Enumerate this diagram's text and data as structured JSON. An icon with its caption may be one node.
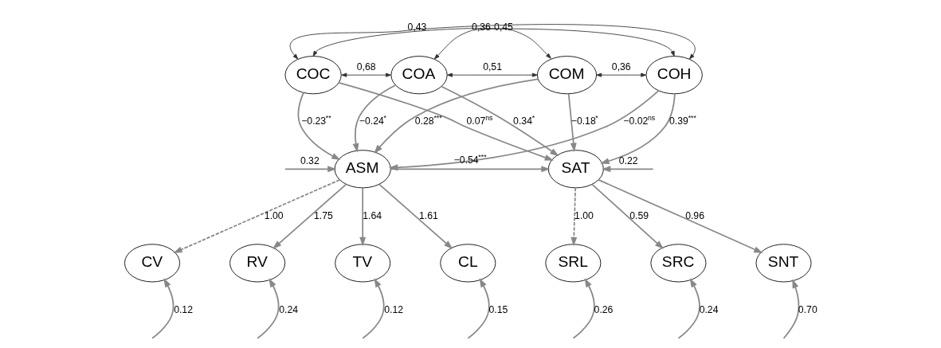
{
  "diagram": {
    "nodes": [
      {
        "text": [
          "CV"
        ]
      },
      {
        "text": [
          "RV"
        ]
      },
      {
        "text": [
          "TV"
        ]
      },
      {
        "text": [
          "CL"
        ]
      },
      {
        "text": [
          "COC"
        ]
      },
      {
        "text": [
          "COA"
        ]
      },
      {
        "text": [
          "COM"
        ]
      },
      {
        "text": [
          "COH"
        ]
      },
      {
        "text": [
          "ASM"
        ]
      },
      {
        "text": [
          "SAT"
        ]
      },
      {
        "text": [
          "SRL"
        ]
      },
      {
        "text": [
          "SRC"
        ]
      },
      {
        "text": [
          "SNT"
        ]
      }
    ],
    "edges": [
      {
        "from": 4,
        "to": 5,
        "arrow": "both",
        "label": "0,68",
        "color": "#333333"
      },
      {
        "from": 5,
        "to": 6,
        "arrow": "both",
        "label": "0,51",
        "color": "#333333"
      },
      {
        "from": 6,
        "to": 7,
        "arrow": "both",
        "label": "0,36",
        "color": "#333333"
      },
      {
        "from": 4,
        "to": 6,
        "arrow": "both",
        "label": "0,45",
        "color": "#333333"
      },
      {
        "from": 5,
        "to": 7,
        "arrow": "both",
        "label": "0,36",
        "color": "#333333"
      },
      {
        "from": 4,
        "to": 7,
        "arrow": "both",
        "label": "0,43",
        "color": "#333333"
      },
      {
        "from": null,
        "to": 0,
        "arrow": "to",
        "label": "0.12"
      },
      {
        "from": null,
        "to": 1,
        "arrow": "to",
        "label": "0.24"
      },
      {
        "from": null,
        "to": 2,
        "arrow": "to",
        "label": "0.12"
      },
      {
        "from": null,
        "to": 3,
        "arrow": "to",
        "label": "0.15"
      },
      {
        "from": 8,
        "to": 0,
        "arrow": "to",
        "label": "1.00",
        "style": "dashed"
      },
      {
        "from": 8,
        "to": 1,
        "arrow": "to",
        "label": "1.75"
      },
      {
        "from": 8,
        "to": 2,
        "arrow": "to",
        "label": "1.64"
      },
      {
        "from": 8,
        "to": 3,
        "arrow": "to",
        "label": "1.61"
      },
      {
        "from": null,
        "to": 8,
        "arrow": "to",
        "label": "0.32"
      },
      {
        "from": 4,
        "to": 8,
        "arrow": "to",
        "label": "−0.23$^{**}$"
      },
      {
        "from": 5,
        "to": 8,
        "arrow": "to",
        "label": "−0.24$^{*}$"
      },
      {
        "from": 6,
        "to": 8,
        "arrow": "to",
        "label": "0.28$^{***}$"
      },
      {
        "from": 7,
        "to": 8,
        "arrow": "to",
        "label": "−0.02$^{ns}$"
      },
      {
        "from": 4,
        "to": 9,
        "arrow": "to",
        "label": "0.07$^{ns}$"
      },
      {
        "from": 5,
        "to": 9,
        "arrow": "to",
        "label": "0.34$^{*}$"
      },
      {
        "from": 6,
        "to": 9,
        "arrow": "to",
        "label": "−0.18$^{*}$"
      },
      {
        "from": 7,
        "to": 9,
        "arrow": "to",
        "label": "0.39$^{***}$"
      },
      {
        "from": 8,
        "to": 9,
        "arrow": "to",
        "label": "−0.54$^{***}$"
      },
      {
        "from": null,
        "to": 9,
        "arrow": "to",
        "label": "0.22"
      },
      {
        "from": 9,
        "to": 10,
        "arrow": "to",
        "label": "1.00",
        "style": "dashed"
      },
      {
        "from": 9,
        "to": 11,
        "arrow": "to",
        "label": "0.59"
      },
      {
        "from": 9,
        "to": 12,
        "arrow": "to",
        "label": "0.96"
      },
      {
        "from": null,
        "to": 10,
        "arrow": "to",
        "label": "0.26"
      },
      {
        "from": null,
        "to": 11,
        "arrow": "to",
        "label": "0.24"
      },
      {
        "from": null,
        "to": 12,
        "arrow": "to",
        "label": "0.70"
      }
    ]
  }
}
